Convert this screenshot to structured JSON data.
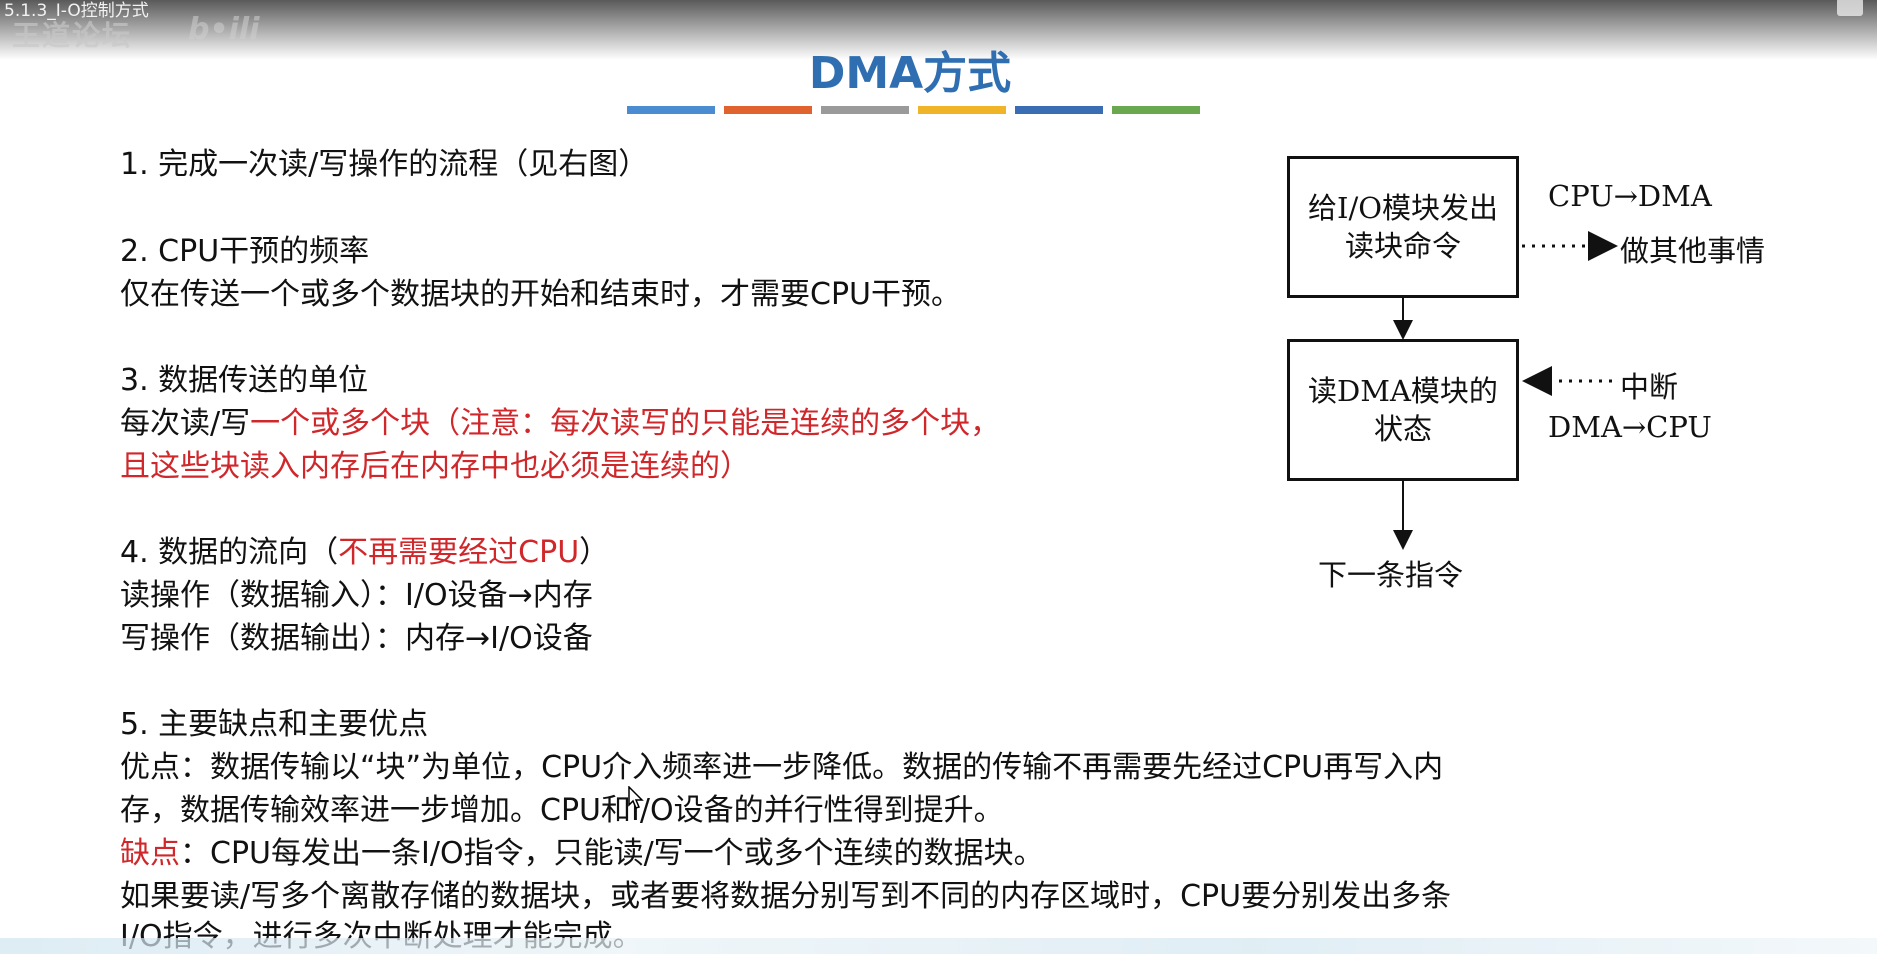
{
  "video": {
    "title": "5.1.3_I-O控制方式",
    "watermark": "王道论坛"
  },
  "slide": {
    "title": "DMA方式",
    "color_bars": [
      "#4a8ccf",
      "#e0632f",
      "#9a9a9a",
      "#f0b429",
      "#3a6db3",
      "#6aa84f"
    ],
    "sections": {
      "s1": "1. 完成一次读/写操作的流程（见右图）",
      "s2_head": "2. CPU干预的频率",
      "s2_body": "仅在传送一个或多个数据块的开始和结束时，才需要CPU干预。",
      "s3_head": "3. 数据传送的单位",
      "s3_body_prefix": "每次读/写",
      "s3_body_red1": "一个或多个块（注意：每次读写的只能是连续的多个块，",
      "s3_body_red2": "且这些块读入内存后在内存中也必须是连续的）",
      "s4_head_prefix": "4. 数据的流向（",
      "s4_head_red": "不再需要经过CPU",
      "s4_head_suffix": "）",
      "s4_read": "读操作（数据输入）：I/O设备→内存",
      "s4_write": "写操作（数据输出）：内存→I/O设备",
      "s5_head": "5. 主要缺点和主要优点",
      "s5_adv1": "优点：数据传输以“块”为单位，CPU介入频率进一步降低。数据的传输不再需要先经过CPU再写入内",
      "s5_adv2": "存，数据传输效率进一步增加。CPU和I/O设备的并行性得到提升。",
      "s5_dis_label": "缺点",
      "s5_dis1": "：CPU每发出一条I/O指令，只能读/写一个或多个连续的数据块。",
      "s5_dis2": "如果要读/写多个离散存储的数据块，或者要将数据分别写到不同的内存区域时，CPU要分别发出多条",
      "s5_dis3": "I/O指令，进行多次中断处理才能完成。"
    },
    "diagram": {
      "box1_line1": "给I/O模块发出",
      "box1_line2": "读块命令",
      "box2_line1": "读DMA模块的",
      "box2_line2": "状态",
      "label_cpu_dma": "CPU→DMA",
      "label_other": "做其他事情",
      "label_interrupt": "中断",
      "label_dma_cpu": "DMA→CPU",
      "label_next": "下一条指令"
    }
  }
}
